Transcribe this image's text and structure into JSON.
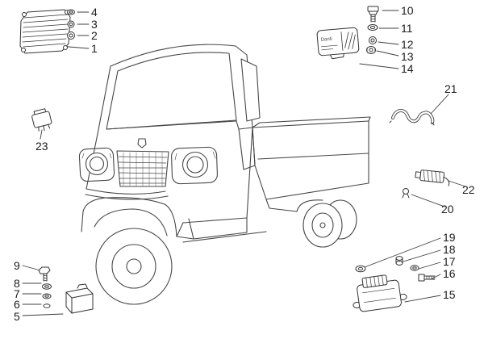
{
  "colors": {
    "background": "#ffffff",
    "line": "#3f3f3f",
    "text": "#1c1c1c"
  },
  "callouts": {
    "c1": "1",
    "c2": "2",
    "c3": "3",
    "c4": "4",
    "c5": "5",
    "c6": "6",
    "c7": "7",
    "c8": "8",
    "c9": "9",
    "c10": "10",
    "c11": "11",
    "c12": "12",
    "c13": "13",
    "c14": "14",
    "c15": "15",
    "c16": "16",
    "c17": "17",
    "c18": "18",
    "c19": "19",
    "c20": "20",
    "c21": "21",
    "c22": "22",
    "c23": "23"
  },
  "part_labels": {
    "relay_box": "Danti"
  }
}
